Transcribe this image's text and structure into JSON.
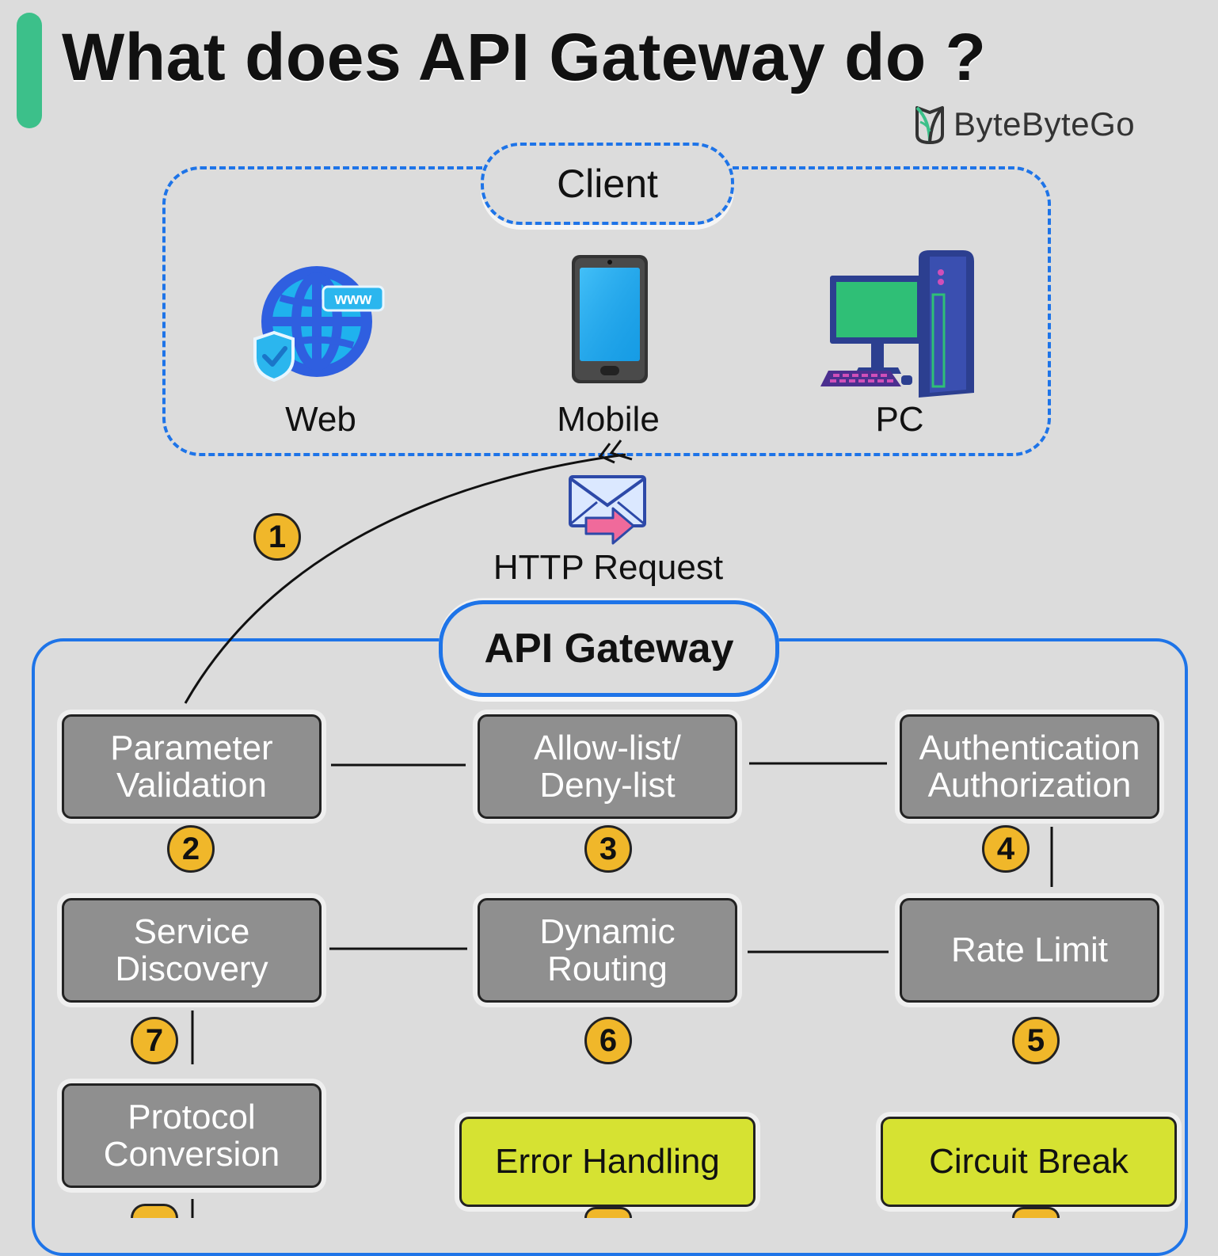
{
  "title": "What does API Gateway do ?",
  "brand": {
    "name": "ByteByteGo"
  },
  "client": {
    "label": "Client",
    "devices": [
      {
        "label": "Web",
        "icon": "globe-www-icon"
      },
      {
        "label": "Mobile",
        "icon": "smartphone-icon"
      },
      {
        "label": "PC",
        "icon": "desktop-pc-icon"
      }
    ]
  },
  "request": {
    "label": "HTTP Request",
    "icon": "envelope-icon"
  },
  "gateway": {
    "label": "API Gateway",
    "steps": [
      {
        "number": "1",
        "lines": []
      },
      {
        "number": "2",
        "lines": [
          "Parameter",
          "Validation"
        ]
      },
      {
        "number": "3",
        "lines": [
          "Allow-list/",
          "Deny-list"
        ]
      },
      {
        "number": "4",
        "lines": [
          "Authentication",
          "Authorization"
        ]
      },
      {
        "number": "5",
        "lines": [
          "Rate Limit"
        ]
      },
      {
        "number": "6",
        "lines": [
          "Dynamic",
          "Routing"
        ]
      },
      {
        "number": "7",
        "lines": [
          "Service",
          "Discovery"
        ]
      },
      {
        "number": "",
        "lines": [
          "Protocol",
          "Conversion"
        ]
      },
      {
        "number": "",
        "lines": [
          "Error Handling"
        ]
      },
      {
        "number": "",
        "lines": [
          "Circuit Break"
        ]
      }
    ]
  },
  "colors": {
    "background": "#dcdcdc",
    "accent_green": "#3cc08a",
    "border_blue": "#1e74e8",
    "step_gray": "#8f8f8f",
    "step_yellow": "#d6e232",
    "badge_orange": "#f0b72a"
  }
}
